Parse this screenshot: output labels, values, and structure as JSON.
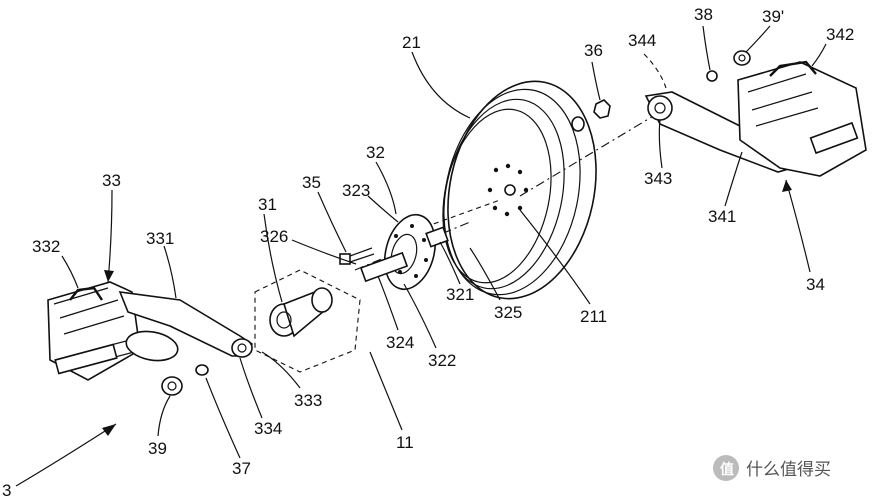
{
  "labels": {
    "l21": "21",
    "l36": "36",
    "l344": "344",
    "l38": "38",
    "l39p": "39'",
    "l342": "342",
    "l343": "343",
    "l341": "341",
    "l34": "34",
    "l32": "32",
    "l323": "323",
    "l35": "35",
    "l326": "326",
    "l31": "31",
    "l321": "321",
    "l325": "325",
    "l211": "211",
    "l324": "324",
    "l322": "322",
    "l333": "333",
    "l11": "11",
    "l334": "334",
    "l37": "37",
    "l39": "39",
    "l33": "33",
    "l331": "331",
    "l332": "332",
    "l3": "3"
  },
  "watermark": {
    "text": "什么值得买"
  }
}
